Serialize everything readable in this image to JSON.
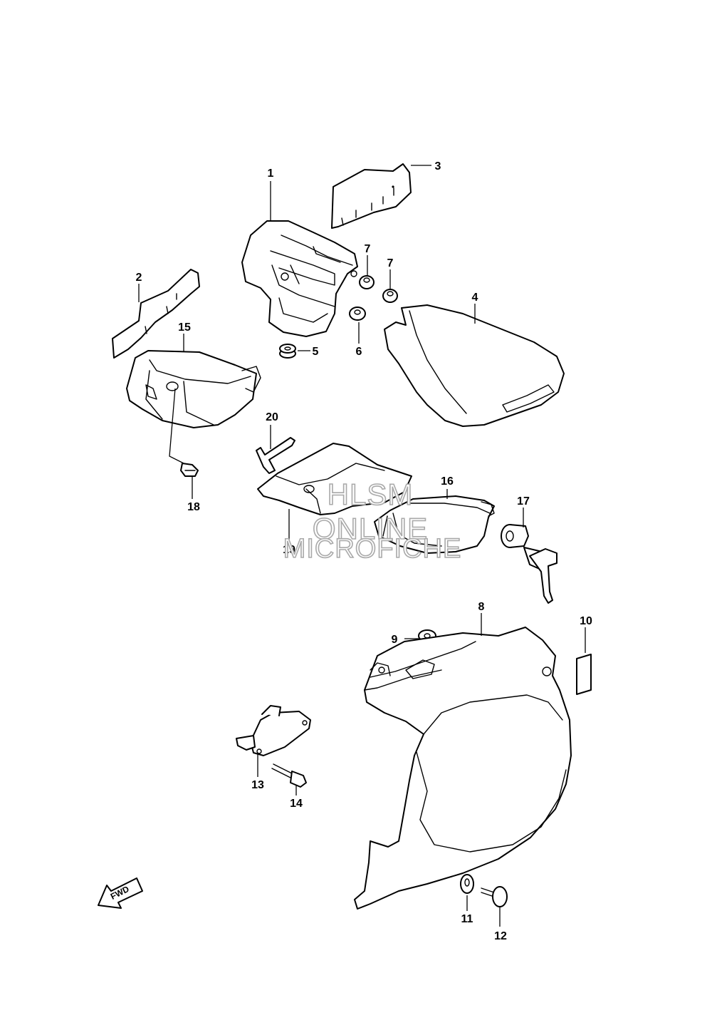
{
  "callouts": [
    "1",
    "2",
    "3",
    "4",
    "5",
    "6",
    "7",
    "7",
    "8",
    "9",
    "10",
    "11",
    "12",
    "13",
    "14",
    "15",
    "16",
    "17",
    "18",
    "19",
    "20"
  ],
  "watermark": {
    "line1": "HLSM",
    "line2": "ONLINE",
    "line3": "MICROFICHE"
  },
  "fwd_label": "FWD",
  "colors": {
    "line": "#000000",
    "background": "#ffffff",
    "watermark": "#a9a9a9"
  }
}
